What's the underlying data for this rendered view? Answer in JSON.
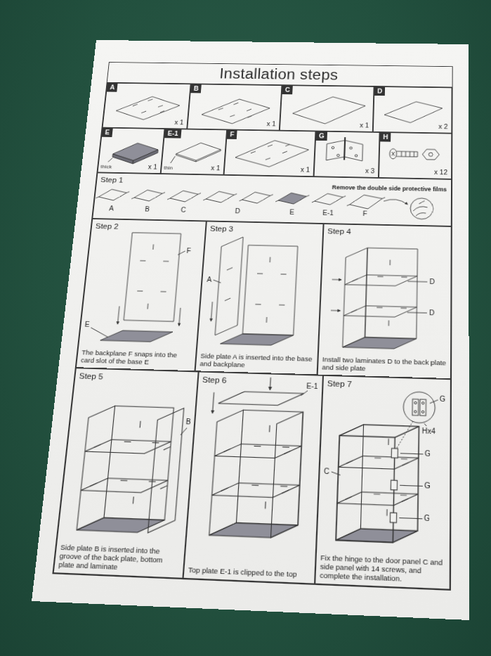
{
  "diagram": {
    "title": "Installation steps",
    "nodes": [
      {
        "text": [
          "A",
          "x 1"
        ]
      },
      {
        "text": [
          "B",
          "x 1"
        ]
      },
      {
        "text": [
          "C",
          "x 1"
        ]
      },
      {
        "text": [
          "D",
          "x 2"
        ]
      },
      {
        "text": [
          "E",
          "thick",
          "x 1"
        ]
      },
      {
        "text": [
          "E-1",
          "thin",
          "x 1"
        ]
      },
      {
        "text": [
          "F",
          "x 1"
        ]
      },
      {
        "text": [
          "G",
          "x 3"
        ]
      },
      {
        "text": [
          "H",
          "x 12"
        ]
      },
      {
        "text": [
          "Step 1",
          "Remove the double side protective films"
        ]
      },
      {
        "text": [
          "Step 2",
          "The backplane F snaps into the card slot of the base E"
        ]
      },
      {
        "text": [
          "Step 3",
          "Side plate A is inserted into the base and backplane"
        ]
      },
      {
        "text": [
          "Step 4",
          "Install two laminates D to the back plate and side plate"
        ]
      },
      {
        "text": [
          "Step 5",
          "Side plate B is inserted into the groove of the back plate, bottom plate and laminate"
        ]
      },
      {
        "text": [
          "Step 6",
          "Top plate E-1 is clipped to the top"
        ]
      },
      {
        "text": [
          "Step 7",
          "Fix the hinge to the door panel C and side panel with 14 screws, and complete the installation."
        ]
      }
    ],
    "labels": [
      "A",
      "B",
      "C",
      "D",
      "E",
      "E-1",
      "F",
      "F",
      "E",
      "A",
      "D",
      "D",
      "B",
      "E-1",
      "C",
      "G",
      "G",
      "G",
      "G",
      "Hx4"
    ]
  }
}
